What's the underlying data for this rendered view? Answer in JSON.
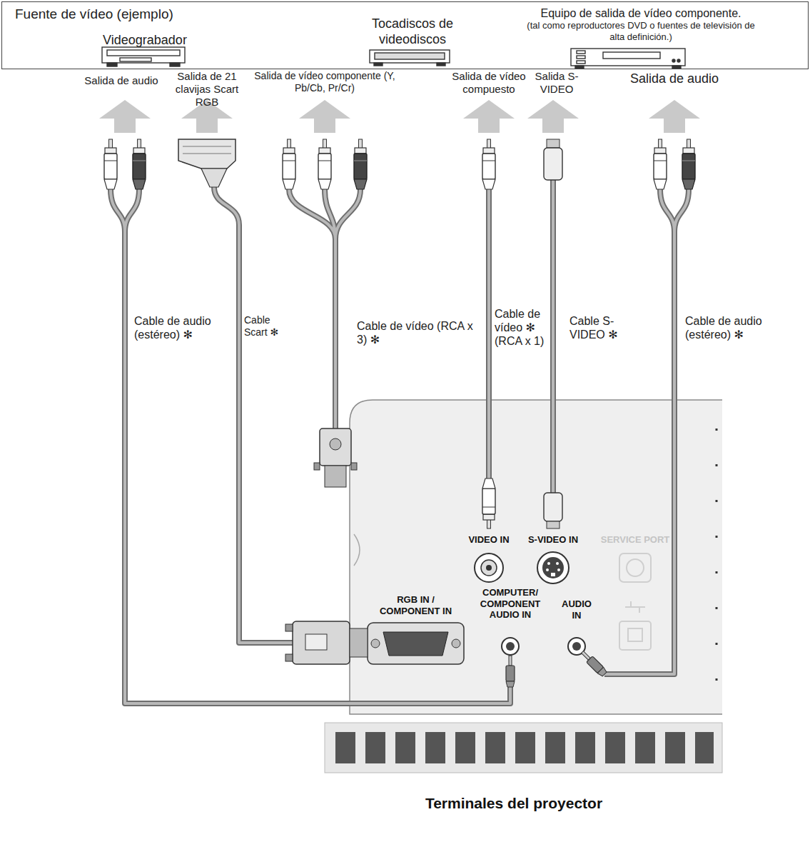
{
  "diagram": {
    "nodes": [
      {
        "text": [
          "Fuente de vídeo (ejemplo)"
        ]
      },
      {
        "text": [
          "Videograbador"
        ],
        "in": 0
      },
      {
        "text": [
          "Tocadiscos de videodiscos"
        ],
        "in": 0
      },
      {
        "text": [
          "Equipo de salida de vídeo componente.",
          "(tal como reproductores DVD o fuentes de televisión de alta definición.)"
        ],
        "in": 0
      }
    ],
    "labels": [
      "Salida de audio",
      "Salida de 21 clavijas Scart RGB",
      "Salida de vídeo componente (Y, Pb/Cb, Pr/Cr)",
      "Salida de vídeo compuesto",
      "Salida S-VIDEO",
      "Salida de audio",
      "Cable de audio (estéreo) ✻",
      "Cable Scart ✻",
      "Cable de vídeo (RCA x 3) ✻",
      "Cable de vídeo ✻ (RCA x 1)",
      "Cable S-VIDEO ✻",
      "Cable de audio (estéreo) ✻",
      "VIDEO IN",
      "S-VIDEO IN",
      "SERVICE PORT",
      "RGB IN / COMPONENT IN",
      "COMPUTER/ COMPONENT AUDIO IN",
      "AUDIO IN",
      "Terminales del proyector"
    ]
  }
}
